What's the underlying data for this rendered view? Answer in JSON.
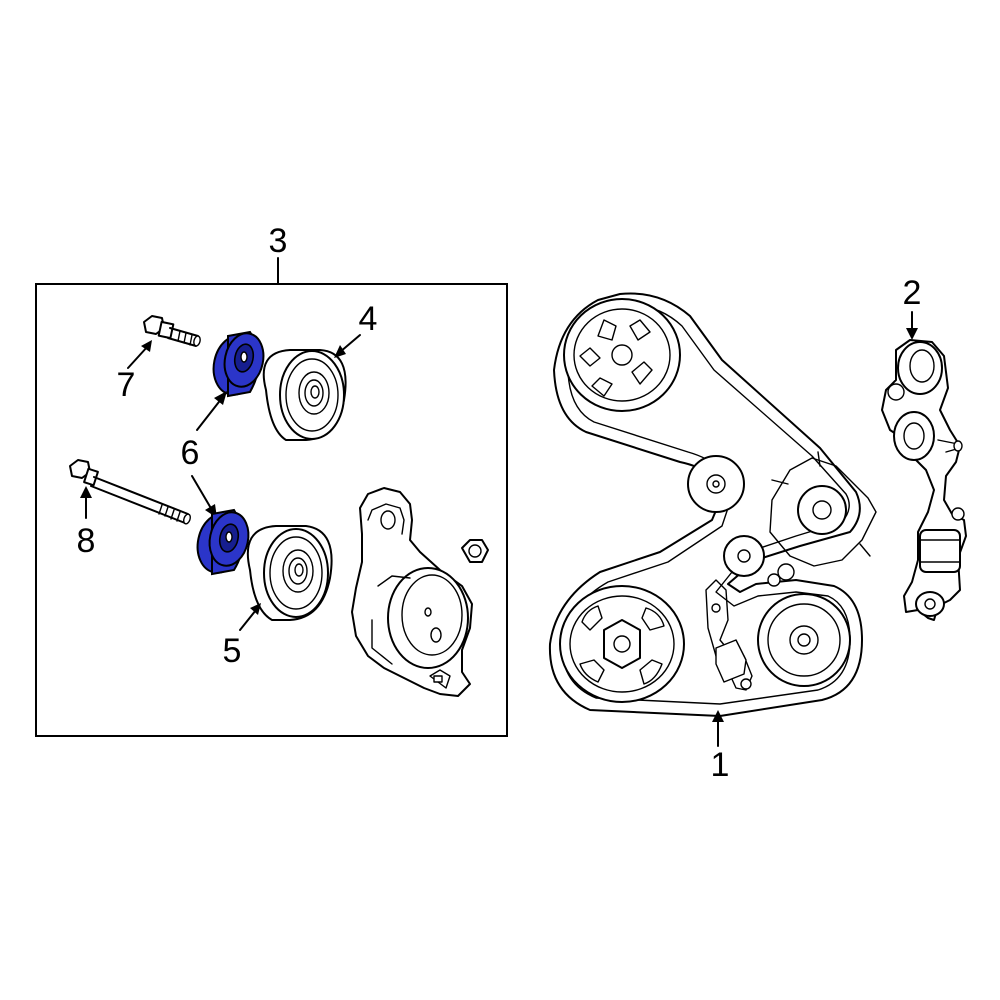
{
  "callouts": {
    "belt": "1",
    "tensioner_damper": "2",
    "tensioner_assembly": "3",
    "idler_pulley_upper": "4",
    "idler_pulley_lower": "5",
    "pulley_cover": "6",
    "bolt_short": "7",
    "bolt_long": "8"
  },
  "colors": {
    "highlight": "#2b35c9",
    "line": "#000000",
    "background": "#ffffff"
  }
}
